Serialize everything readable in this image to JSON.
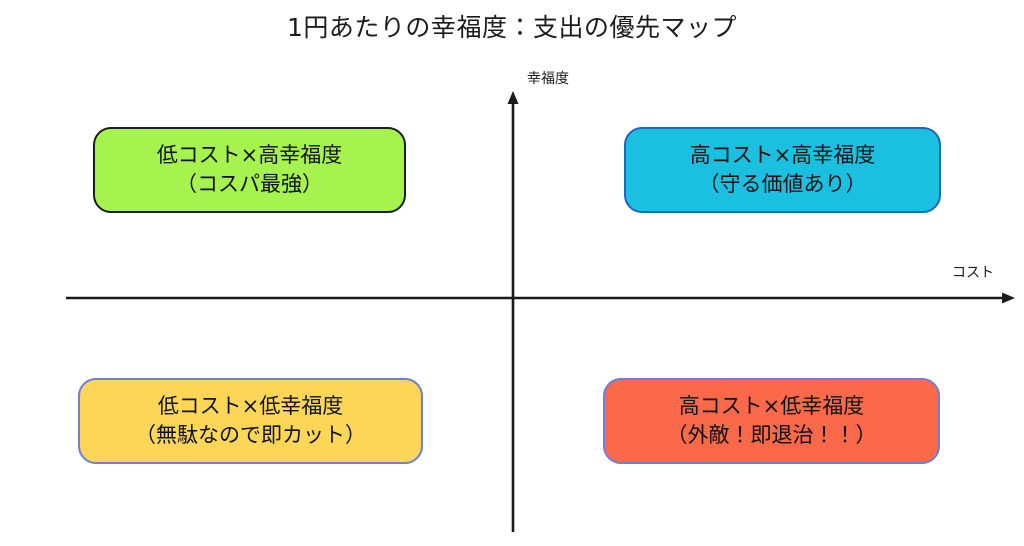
{
  "title": "1円あたりの幸福度：支出の優先マップ",
  "axes": {
    "y_label": "幸福度",
    "x_label": "コスト",
    "line_color": "#1a1a1a"
  },
  "chart_data": {
    "type": "table",
    "title": "1円あたりの幸福度：支出の優先マップ",
    "xlabel": "コスト",
    "ylabel": "幸福度",
    "grid": false,
    "legend": "none",
    "quadrants": [
      {
        "id": "low-cost-high-happiness",
        "position": "top-left",
        "heading": "低コスト×高幸福度",
        "subtitle": "（コスパ最強）",
        "fill": "#a6f34f",
        "border": "#1d1d1d"
      },
      {
        "id": "high-cost-high-happiness",
        "position": "top-right",
        "heading": "高コスト×高幸福度",
        "subtitle": "（守る価値あり）",
        "fill": "#1bbfe0",
        "border": "#2563c0"
      },
      {
        "id": "low-cost-low-happiness",
        "position": "bottom-left",
        "heading": "低コスト×低幸福度",
        "subtitle": "（無駄なので即カット）",
        "fill": "#fcd757",
        "border": "#6b7fdc"
      },
      {
        "id": "high-cost-low-happiness",
        "position": "bottom-right",
        "heading": "高コスト×低幸福度",
        "subtitle": "（外敵！即退治！！）",
        "fill": "#fa6a4a",
        "border": "#6b7fdc"
      }
    ]
  }
}
